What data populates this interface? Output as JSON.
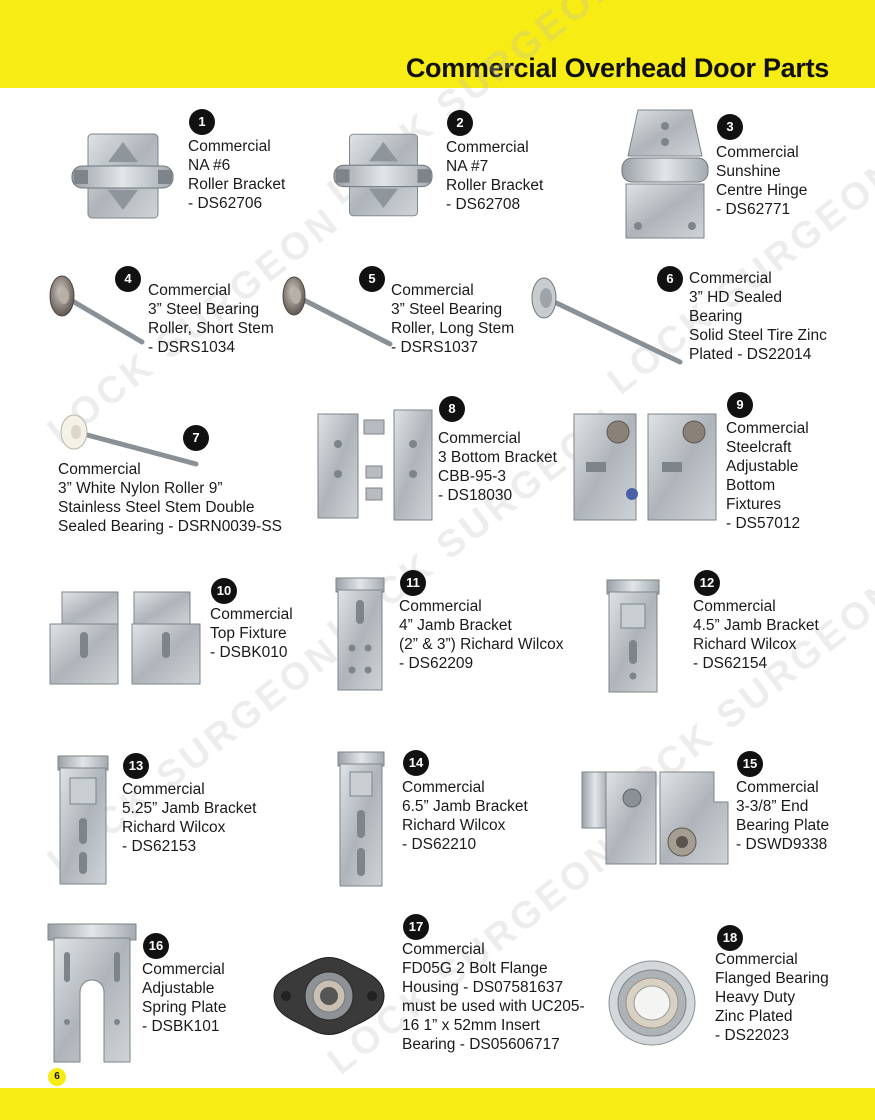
{
  "header": {
    "title": "Commercial Overhead Door Parts"
  },
  "watermark": "LOCK SURGEON",
  "page_number": "6",
  "parts": [
    {
      "number": "1",
      "lines": [
        "Commercial",
        "NA #6",
        "Roller Bracket",
        "- DS62706"
      ]
    },
    {
      "number": "2",
      "lines": [
        "Commercial",
        "NA #7",
        "Roller Bracket",
        "- DS62708"
      ]
    },
    {
      "number": "3",
      "lines": [
        "Commercial",
        "Sunshine",
        "Centre Hinge",
        "- DS62771"
      ]
    },
    {
      "number": "4",
      "lines": [
        "Commercial",
        "3” Steel Bearing",
        "Roller, Short Stem",
        "- DSRS1034"
      ]
    },
    {
      "number": "5",
      "lines": [
        "Commercial",
        "3” Steel Bearing",
        "Roller, Long Stem",
        " - DSRS1037"
      ]
    },
    {
      "number": "6",
      "lines": [
        "Commercial",
        "3” HD Sealed",
        "Bearing",
        "Solid Steel Tire Zinc",
        "Plated - DS22014"
      ]
    },
    {
      "number": "7",
      "lines": [
        "Commercial",
        "3” White Nylon Roller 9”",
        "Stainless Steel Stem Double",
        "Sealed Bearing - DSRN0039-SS"
      ]
    },
    {
      "number": "8",
      "lines": [
        "Commercial",
        "3 Bottom Bracket",
        "CBB-95-3",
        "- DS18030"
      ]
    },
    {
      "number": "9",
      "lines": [
        "Commercial",
        "Steelcraft",
        "Adjustable",
        "Bottom",
        "Fixtures",
        "- DS57012"
      ]
    },
    {
      "number": "10",
      "lines": [
        "Commercial",
        "Top Fixture",
        "- DSBK010"
      ]
    },
    {
      "number": "11",
      "lines": [
        "Commercial",
        "4” Jamb Bracket",
        "(2” & 3”) Richard Wilcox",
        "- DS62209"
      ]
    },
    {
      "number": "12",
      "lines": [
        "Commercial",
        "4.5” Jamb Bracket",
        "Richard Wilcox",
        "- DS62154"
      ]
    },
    {
      "number": "13",
      "lines": [
        "Commercial",
        "5.25” Jamb Bracket",
        "Richard Wilcox",
        "- DS62153"
      ]
    },
    {
      "number": "14",
      "lines": [
        "Commercial",
        "6.5” Jamb Bracket",
        "Richard Wilcox",
        "- DS62210"
      ]
    },
    {
      "number": "15",
      "lines": [
        "Commercial",
        "3-3/8” End",
        "Bearing Plate",
        "- DSWD9338"
      ]
    },
    {
      "number": "16",
      "lines": [
        "Commercial",
        "Adjustable",
        "Spring Plate",
        "- DSBK101"
      ]
    },
    {
      "number": "17",
      "lines": [
        "Commercial",
        "FD05G 2 Bolt Flange",
        "Housing - DS07581637",
        "must be used with UC205-",
        "16 1” x 52mm Insert",
        "Bearing - DS05606717"
      ]
    },
    {
      "number": "18",
      "lines": [
        "Commercial",
        "Flanged Bearing",
        "Heavy Duty",
        "Zinc Plated",
        "- DS22023"
      ]
    }
  ],
  "icons": [
    "roller-bracket-icon",
    "hinge-icon",
    "roller-icon",
    "bottom-bracket-icon",
    "top-fixture-icon",
    "jamb-bracket-icon",
    "end-bearing-plate-icon",
    "spring-plate-icon",
    "flange-housing-icon",
    "flanged-bearing-icon"
  ],
  "colors": {
    "accent": "#f7ec13",
    "badge": "#111111",
    "steel": "#b9bec2"
  }
}
